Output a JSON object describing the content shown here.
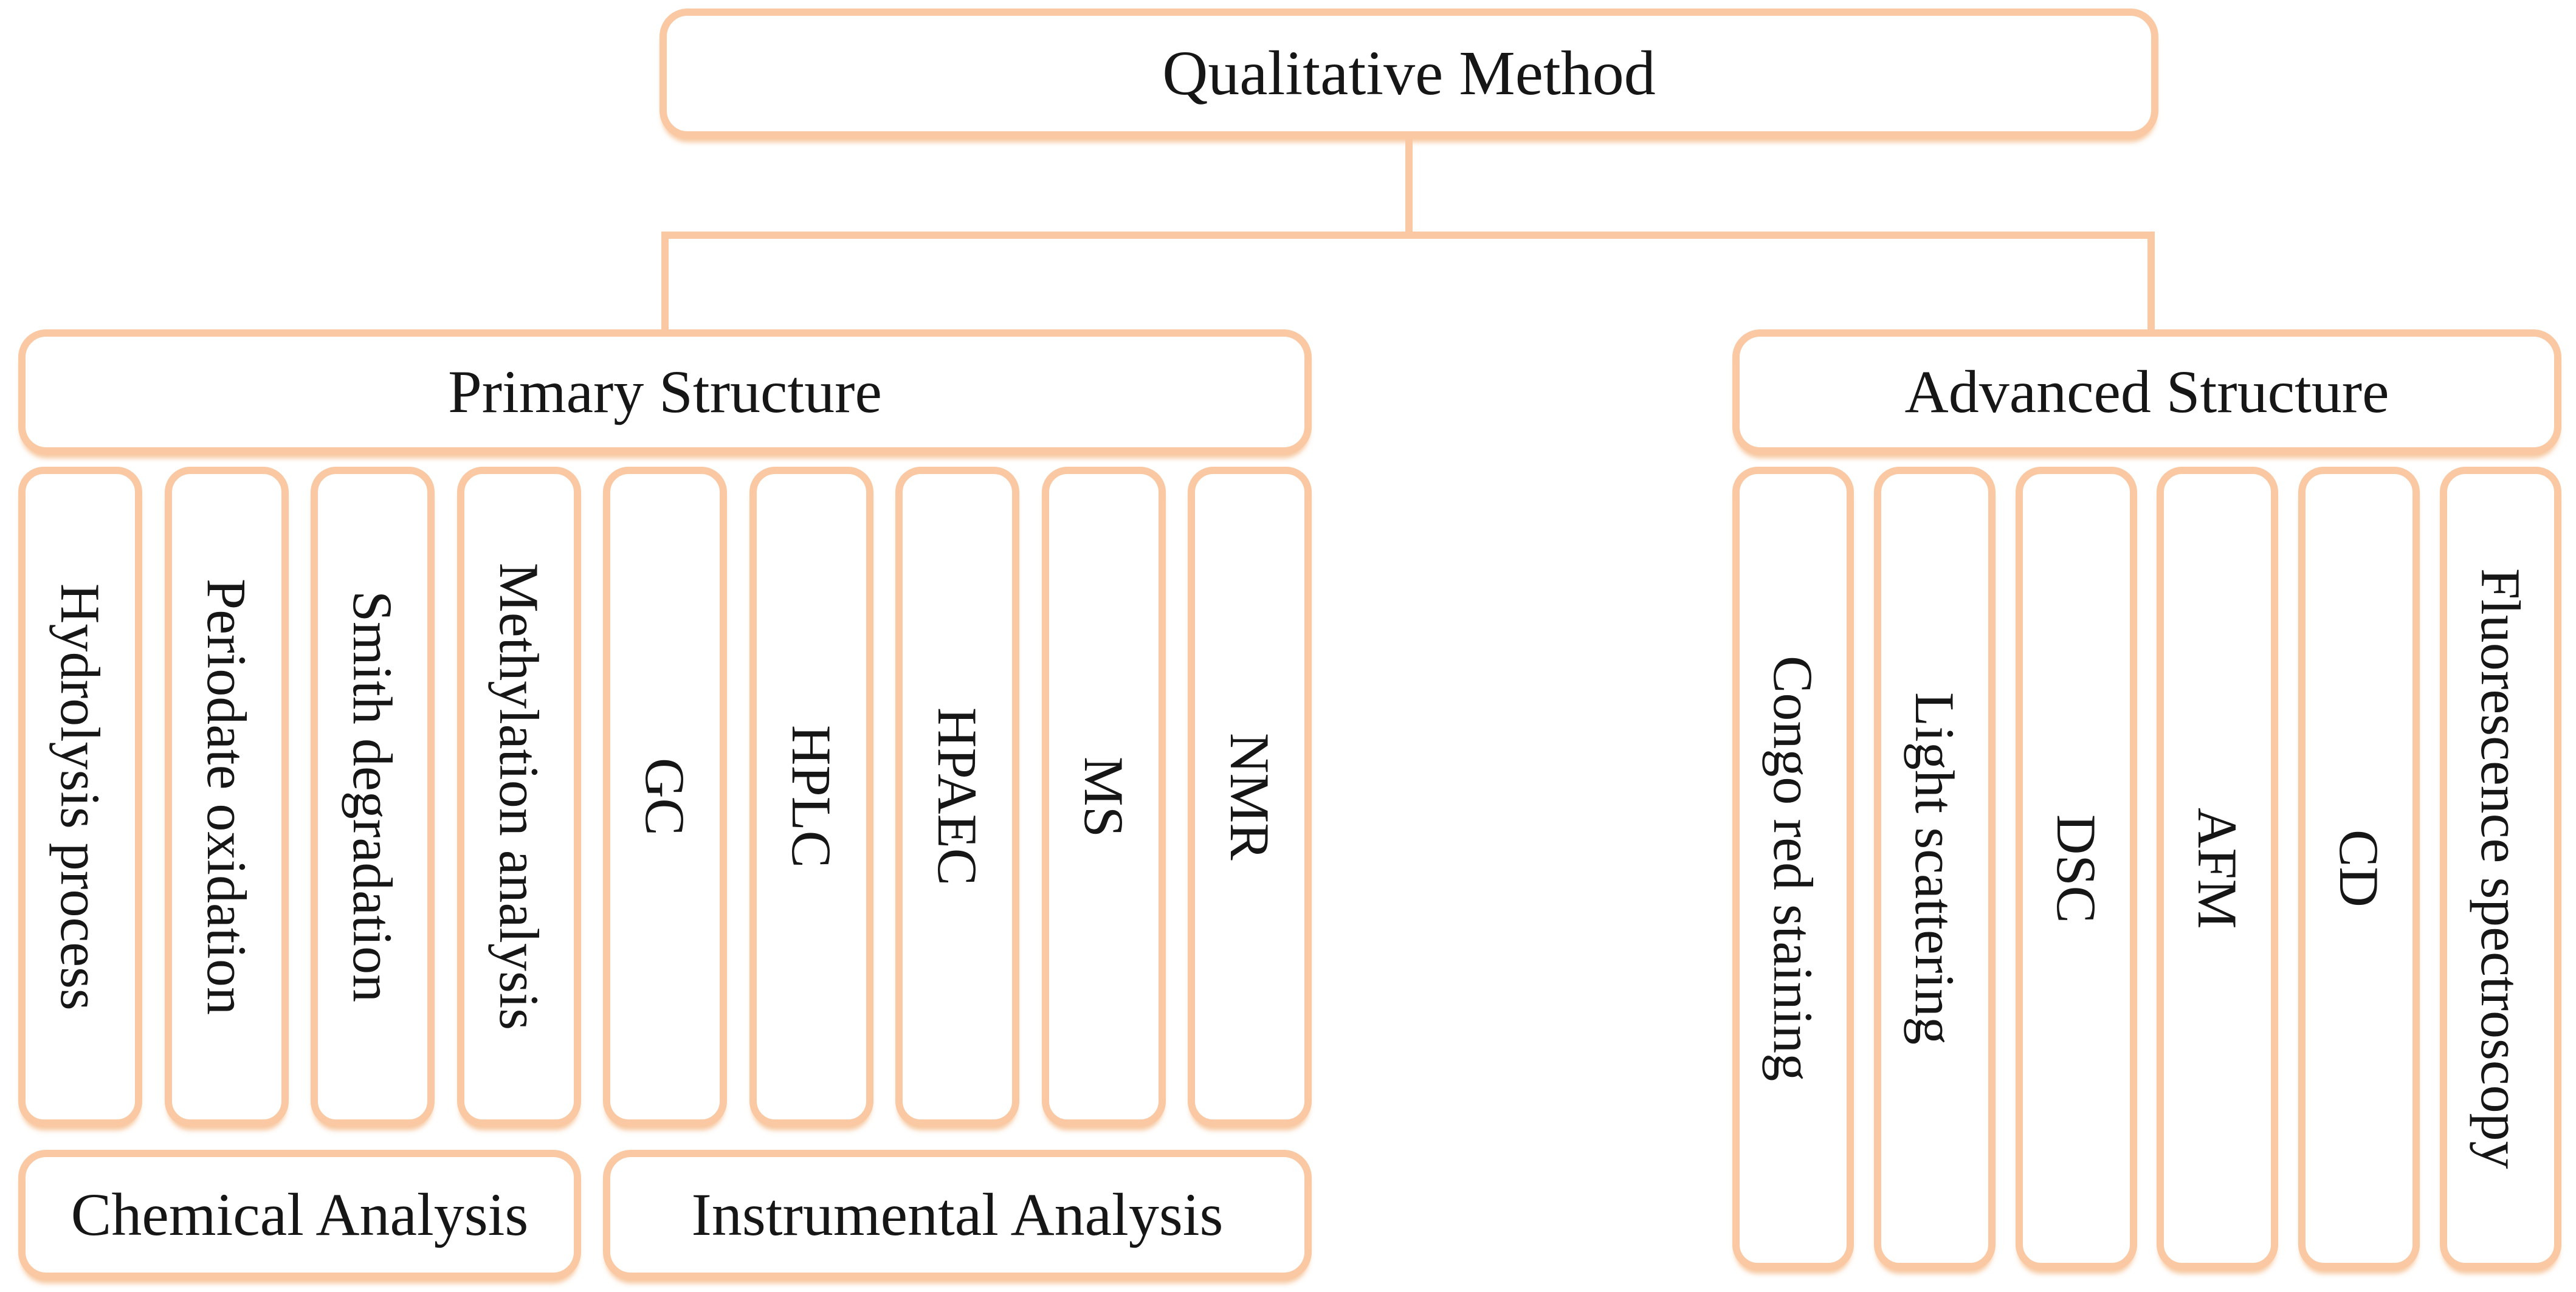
{
  "root": {
    "label": "Qualitative Method"
  },
  "primary": {
    "label": "Primary Structure",
    "chemical": {
      "footer": "Chemical Analysis",
      "items": [
        "Hydrolysis process",
        "Periodate oxidation",
        "Smith degradation",
        "Methylation analysis"
      ]
    },
    "instrumental": {
      "footer": "Instrumental Analysis",
      "items": [
        "GC",
        "HPLC",
        "HPAEC",
        "MS",
        "NMR"
      ]
    }
  },
  "advanced": {
    "label": "Advanced Structure",
    "items": [
      "Congo red staining",
      "Light scattering",
      "DSC",
      "AFM",
      "CD",
      "Fluorescence spectroscopy"
    ]
  },
  "colors": {
    "accent_border": "#fac8a2",
    "text": "#161616",
    "background": "#ffffff"
  }
}
